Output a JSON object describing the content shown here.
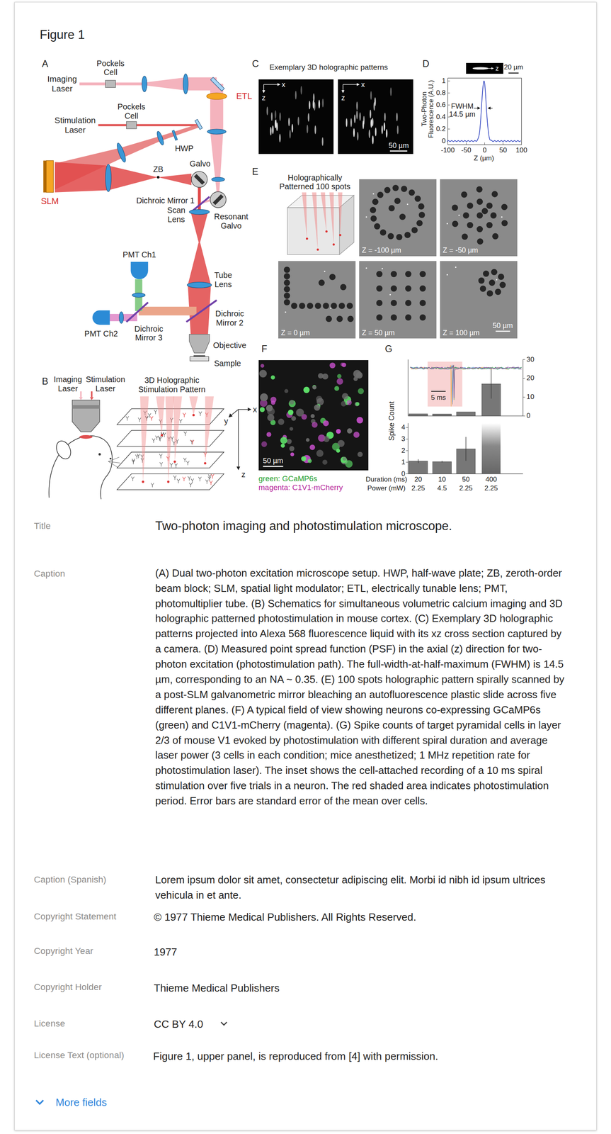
{
  "diagram": {
    "title": "Two-photon imaging and photostimulation microscope.",
    "caption": "(A) Dual two-photon excitation microscope setup. HWP, half-wave plate; ZB, zeroth-order beam block; SLM, spatial light modulator; ETL, electrically tunable lens; PMT, photomultiplier tube. (B) Schematics for simultaneous volumetric calcium imaging and 3D holographic patterned photostimulation in mouse cortex. (C) Exemplary 3D holographic patterns projected into Alexa 568 fluorescence liquid with its xz cross section captured by a camera. (D) Measured point spread function (PSF) in the axial (z) direction for two-photon excitation (photostimulation path). The full-width-at-half-maximum (FWHM) is 14.5 µm, corresponding to an NA ~ 0.35. (E) 100 spots holographic pattern spirally scanned by a post-SLM galvanometric mirror bleaching an autofluorescence plastic slide across five different planes. (F) A typical field of view showing neurons co-expressing GCaMP6s (green) and C1V1-mCherry (magenta). (G) Spike counts of target pyramidal cells in layer 2/3 of mouse V1 evoked by photostimulation with different spiral duration and average laser power (3 cells in each condition; mice anesthetized; 1 MHz repetition rate for photostimulation laser). The inset shows the cell-attached recording of a 10 ms spiral stimulation over five trials in a neuron. The red shaded area indicates photostimulation period. Error bars are standard error of the mean over cells.",
    "nodes": [
      {
        "text": [
          "x",
          "z"
        ]
      },
      {
        "text": [
          "x",
          "z",
          "50 µm"
        ]
      },
      {
        "text": [
          "z"
        ]
      },
      {
        "text": [
          "Z = -100 µm"
        ]
      },
      {
        "text": [
          "Z = -50 µm"
        ]
      },
      {
        "text": [
          "Z = 0 µm"
        ]
      },
      {
        "text": [
          "Z = 50 µm"
        ]
      },
      {
        "text": [
          "Z = 100 µm",
          "50 µm"
        ]
      },
      {
        "text": [
          "50 µm"
        ]
      }
    ],
    "labels": [
      "Figure 1",
      "A",
      "Imaging Laser",
      "Pockels Cell",
      "ETL",
      "Pockels Cell",
      "Stimulation Laser",
      "HWP",
      "ZB",
      "Galvo",
      "SLM",
      "Dichroic Mirror 1",
      "Scan Lens",
      "Resonant Galvo",
      "PMT Ch1",
      "Tube Lens",
      "PMT Ch2",
      "Dichroic Mirror 2",
      "Dichroic Mirror 3",
      "Objective",
      "Sample",
      "B",
      "Imaging Laser",
      "Stimulation Laser",
      "3D Holographic Stimulation Pattern",
      "x",
      "y",
      "z",
      "C",
      "Exemplary 3D holographic patterns",
      "D",
      "20 µm",
      "Two-Photon Fluorescence (A.U.)",
      "1",
      "0.8",
      "0.6",
      "0.4",
      "0.2",
      "0",
      "-100",
      "-50",
      "0",
      "50",
      "100",
      "Z (µm)",
      "FWHM",
      "14.5 µm",
      "E",
      "Holographically Patterned 100 spots",
      "F",
      "green: GCaMP6s",
      "magenta: C1V1-mCherry",
      "G",
      "30",
      "20",
      "10",
      "0",
      "5 ms",
      "Spike Count",
      "4",
      "3",
      "2",
      "1",
      "0",
      "Duration (ms)",
      "20",
      "10",
      "50",
      "400",
      "Power (mW)",
      "2.25",
      "4.5",
      "2.25",
      "2.25",
      "Title",
      "Caption",
      "Caption (Spanish)",
      "Lorem ipsum dolor sit amet, consectetur adipiscing elit. Morbi id nibh id ipsum ultrices vehicula in et ante.",
      "Copyright Statement",
      "© 1977 Thieme Medical Publishers. All Rights Reserved.",
      "Copyright Year",
      "1977",
      "Copyright Holder",
      "Thieme Medical Publishers",
      "License",
      "CC BY 4.0",
      "License Text (optional)",
      "Figure 1, upper panel, is reproduced from [4] with permission.",
      "More fields"
    ]
  }
}
